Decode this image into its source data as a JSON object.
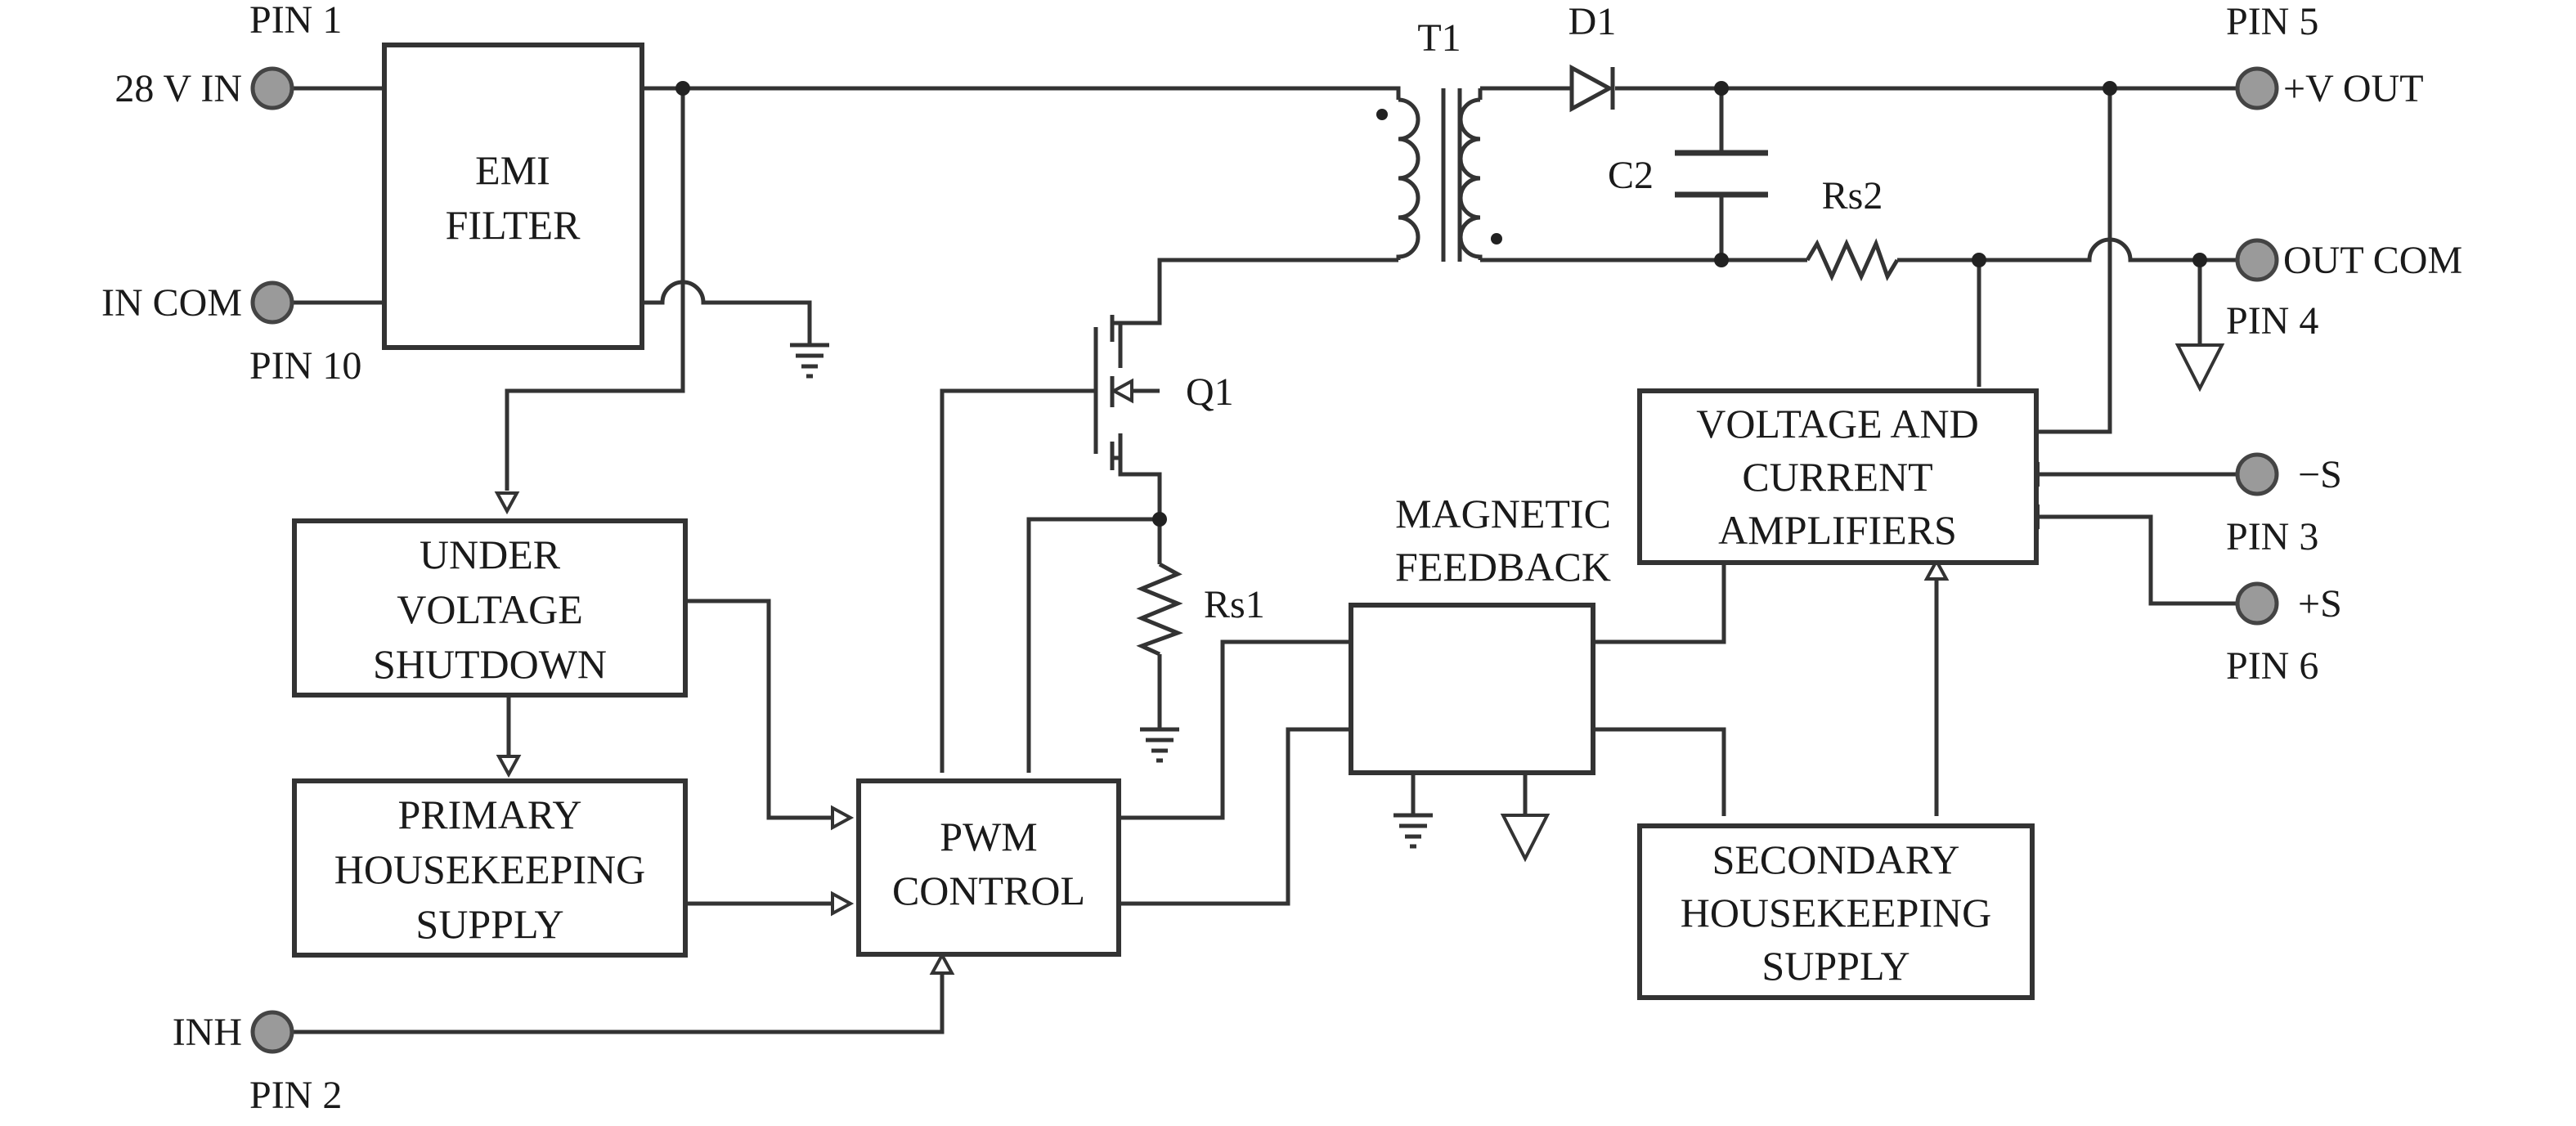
{
  "pins": {
    "pin1": "PIN 1",
    "pin10": "PIN 10",
    "pin2": "PIN 2",
    "pin5": "PIN 5",
    "pin4": "PIN 4",
    "pin3": "PIN 3",
    "pin6": "PIN 6"
  },
  "terminals": {
    "vin": "28 V IN",
    "incom": "IN COM",
    "inh": "INH",
    "vout": "+V OUT",
    "outcom": "OUT COM",
    "sense_neg": "−S",
    "sense_pos": "+S"
  },
  "blocks": {
    "emi": [
      "EMI",
      "FILTER"
    ],
    "uvs": [
      "UNDER",
      "VOLTAGE",
      "SHUTDOWN"
    ],
    "phs": [
      "PRIMARY",
      "HOUSEKEEPING",
      "SUPPLY"
    ],
    "pwm": [
      "PWM",
      "CONTROL"
    ],
    "vca": [
      "VOLTAGE AND",
      "CURRENT",
      "AMPLIFIERS"
    ],
    "shs": [
      "SECONDARY",
      "HOUSEKEEPING",
      "SUPPLY"
    ],
    "mfb_label": [
      "MAGNETIC",
      "FEEDBACK"
    ]
  },
  "components": {
    "t1": "T1",
    "d1": "D1",
    "c2": "C2",
    "rs2": "Rs2",
    "q1": "Q1",
    "rs1": "Rs1"
  }
}
